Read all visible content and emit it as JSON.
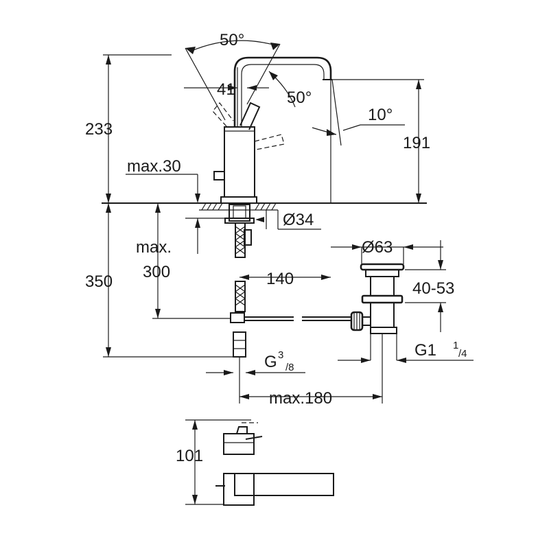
{
  "labels": {
    "angle_top": "50°",
    "width_41": "41",
    "angle_side": "50°",
    "angle_10": "10°",
    "height_233": "233",
    "height_191": "191",
    "max_30": "max.30",
    "dia_34": "Ø34",
    "dia_63": "Ø63",
    "max_300_line1": "max.",
    "max_300_line2": "300",
    "height_350": "350",
    "dist_140": "140",
    "range_40_53": "40-53",
    "thread_g38_base": "G",
    "thread_g38_num": "3",
    "thread_g38_den": "/8",
    "thread_g114_base": "G1",
    "thread_g114_num": "1",
    "thread_g114_den": "/4",
    "max_180": "max.180",
    "height_101": "101"
  },
  "colors": {
    "line": "#1a1a1a",
    "background": "#ffffff"
  }
}
